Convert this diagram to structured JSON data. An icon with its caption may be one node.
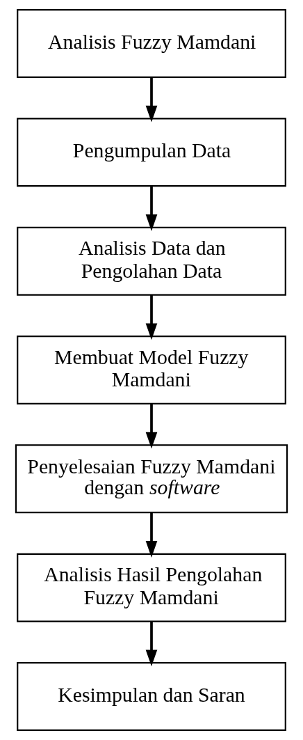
{
  "diagram": {
    "nodes": [
      {
        "text": [
          "Analisis Fuzzy Mamdani"
        ]
      },
      {
        "text": [
          "Pengumpulan Data"
        ]
      },
      {
        "text": [
          "Analisis Data dan Pengolahan Data"
        ]
      },
      {
        "text": [
          "Membuat Model Fuzzy Mamdani"
        ]
      },
      {
        "text": [
          "Penyelesaian Fuzzy Mamdani dengan *software*"
        ]
      },
      {
        "text": [
          "Analisis Hasil Pengolahan Fuzzy Mamdani"
        ]
      },
      {
        "text": [
          "Kesimpulan dan Saran"
        ]
      }
    ],
    "edges": [
      {
        "from": 0,
        "to": 1,
        "arrow": "to"
      },
      {
        "from": 1,
        "to": 2,
        "arrow": "to"
      },
      {
        "from": 2,
        "to": 3,
        "arrow": "to"
      },
      {
        "from": 3,
        "to": 4,
        "arrow": "to"
      },
      {
        "from": 4,
        "to": 5,
        "arrow": "to"
      },
      {
        "from": 5,
        "to": 6,
        "arrow": "to"
      }
    ]
  }
}
